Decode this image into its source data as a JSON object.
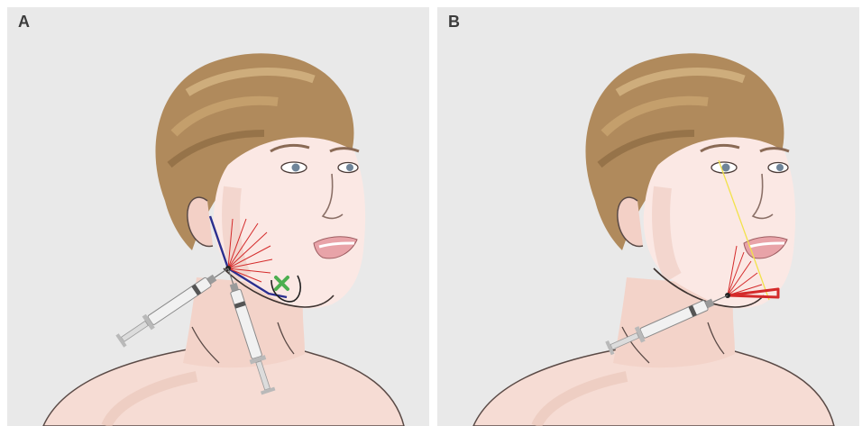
{
  "panels": [
    {
      "label": "A",
      "icons": [
        "face-illustration",
        "syringe-icon",
        "syringe-icon",
        "green-x-icon"
      ],
      "colors": {
        "background": "#e9e9e9",
        "injection_fan": "#d42a2a",
        "nerve_line": "#2b2f8f",
        "no_inject_mark": "#4caf50"
      }
    },
    {
      "label": "B",
      "icons": [
        "face-illustration",
        "syringe-icon",
        "yellow-guide-line"
      ],
      "colors": {
        "background": "#e9e9e9",
        "injection_fan": "#d42a2a",
        "guide_line": "#f2e24a"
      }
    }
  ]
}
